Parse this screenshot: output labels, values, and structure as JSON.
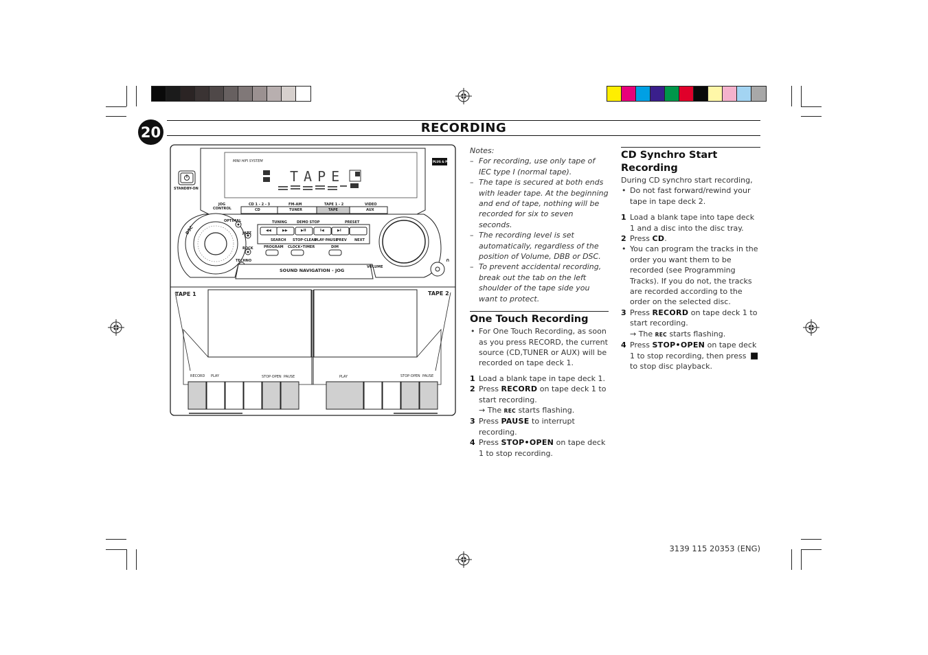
{
  "page": {
    "number": "20",
    "title": "RECORDING",
    "catalog": "3139 115 20353 (ENG)"
  },
  "colors": {
    "gray_bar": [
      "#0a0a0a",
      "#1b1b1b",
      "#2b2424",
      "#3a3333",
      "#4f4848",
      "#676060",
      "#807878",
      "#9b9191",
      "#b8afaf",
      "#d6d0cd",
      "#ffffff"
    ],
    "color_bar": [
      "#ffee00",
      "#e8007a",
      "#00a0e4",
      "#3a1f8c",
      "#00964a",
      "#e0002a",
      "#0a0a0a",
      "#fff7a8",
      "#f4b2cc",
      "#a3d4f2",
      "#a8a8a8"
    ]
  },
  "device": {
    "brand_small": "MINI HIFI SYSTEM",
    "display_text": "TAPE",
    "badge_top": "PLUG & PLAY",
    "standby": "STANDBY-ON",
    "jog_control": "JOG CONTROL",
    "sources": [
      {
        "top": "CD 1 - 2 - 3",
        "label": "CD"
      },
      {
        "top": "FM-AM",
        "label": "TUNER"
      },
      {
        "top": "TAPE 1 - 2",
        "label": "TAPE"
      },
      {
        "top": "VIDEO",
        "label": "AUX"
      }
    ],
    "top_row": [
      "TUNING",
      "DEMO STOP",
      "PRESET"
    ],
    "transport": [
      "◀◀",
      "▶▶",
      "▶II",
      "I◀",
      "▶I"
    ],
    "bottom_row": [
      "SEARCH",
      "STOP·CLEAN",
      "PLAY·PAUSE",
      "PREV",
      "NEXT"
    ],
    "small_buttons": [
      "PROGRAM",
      "CLOCK•TIMER",
      "DIM"
    ],
    "eq": [
      "OPTIMAL",
      "JAZZ",
      "ROCK",
      "TECHNO"
    ],
    "jog_ring": "DSC",
    "nav": "SOUND NAVIGATION - JOG",
    "volume": "VOLUME",
    "phones": "∩",
    "tape1": "TAPE 1",
    "tape2": "TAPE 2",
    "deck1_keys": [
      "RECORD",
      "PLAY",
      "STOP·OPEN",
      "PAUSE"
    ],
    "deck2_keys": [
      "PLAY",
      "STOP·OPEN",
      "PAUSE"
    ]
  },
  "notes": {
    "heading": "Notes:",
    "items": [
      "For recording, use only tape of IEC type I (normal tape).",
      "The tape is secured at both ends with leader tape. At the beginning and end of tape, nothing will be recorded for six to seven seconds.",
      "The recording level is set automatically, regardless of the position of Volume, DBB or DSC.",
      "To prevent accidental recording, break out the tab on the left shoulder of the tape side you want to protect."
    ]
  },
  "one_touch": {
    "heading": "One Touch Recording",
    "bullet": "For One Touch Recording, as soon as you press RECORD, the current source (CD,TUNER or AUX) will be recorded on tape deck 1.",
    "s1_num": "1",
    "s1": "Load a blank tape in tape deck 1.",
    "s2_num": "2",
    "s2_a": "Press ",
    "s2_key": "RECORD",
    "s2_b": " on tape deck 1 to start recording.",
    "s2_arrow_a": "→ The ",
    "s2_arrow_key": "REC",
    "s2_arrow_b": " starts flashing.",
    "s3_num": "3",
    "s3_a": "Press ",
    "s3_key": "PAUSE",
    "s3_b": " to interrupt recording.",
    "s4_num": "4",
    "s4_a": "Press ",
    "s4_key": "STOP•OPEN",
    "s4_b": " on tape deck 1 to stop recording."
  },
  "cd_synchro": {
    "heading": "CD Synchro Start Recording",
    "intro": "During CD synchro start recording,",
    "bullet1": "Do not fast forward/rewind your tape in tape deck 2.",
    "s1_num": "1",
    "s1": "Load a blank tape into tape deck 1 and a disc into the disc tray.",
    "s2_num": "2",
    "s2_a": "Press ",
    "s2_key": "CD",
    "s2_b": ".",
    "bullet2": "You can program the tracks in the order you want them to be recorded (see Programming Tracks). If you do not, the tracks are recorded according to the order on the selected disc.",
    "s3_num": "3",
    "s3_a": "Press ",
    "s3_key": "RECORD",
    "s3_b": " on tape deck 1 to start recording.",
    "s3_arrow_a": "→ The ",
    "s3_arrow_key": "REC",
    "s3_arrow_b": " starts flashing.",
    "s4_num": "4",
    "s4_a": "Press ",
    "s4_key": "STOP•OPEN",
    "s4_b": " on tape deck 1 to stop recording, then press ",
    "s4_sym": "■",
    "s4_c": " to stop disc playback."
  }
}
